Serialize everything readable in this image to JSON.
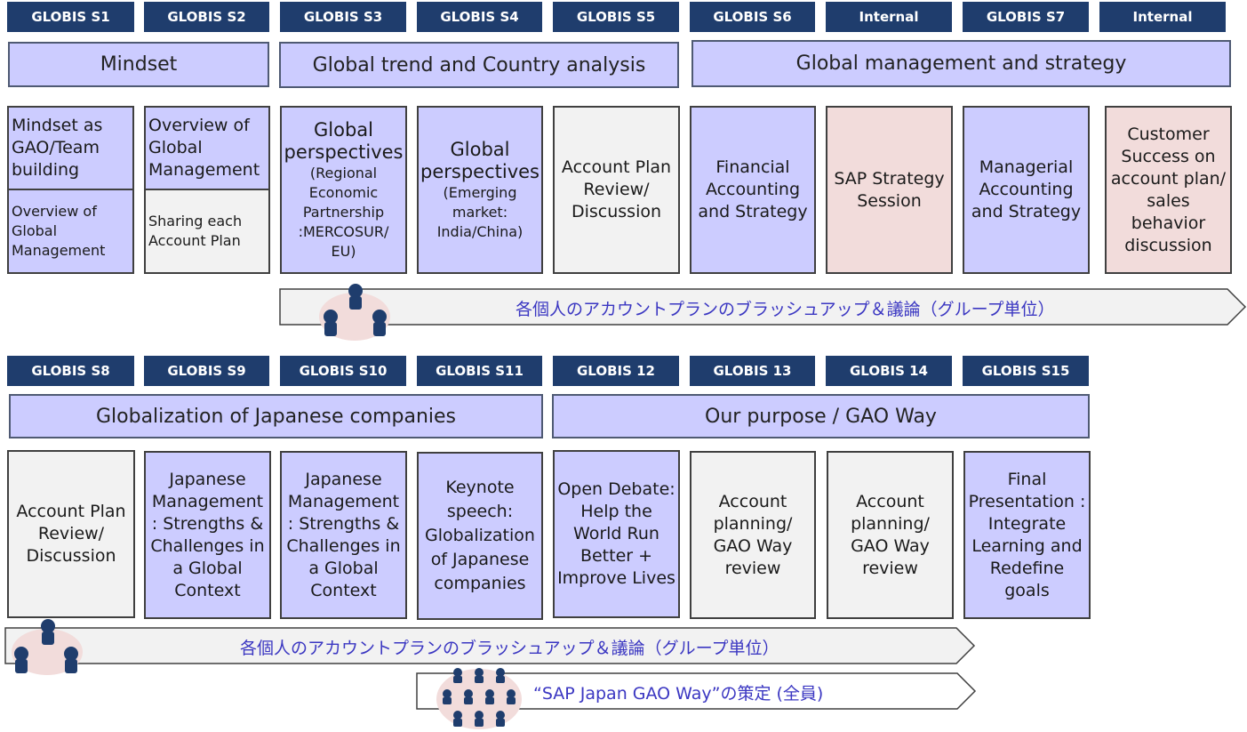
{
  "row1": {
    "headers": [
      "GLOBIS S1",
      "GLOBIS S2",
      "GLOBIS S3",
      "GLOBIS S4",
      "GLOBIS S5",
      "GLOBIS S6",
      "Internal",
      "GLOBIS S7",
      "Internal"
    ],
    "themes": [
      "Mindset",
      "Global trend and Country analysis",
      "Global management and strategy"
    ],
    "s1_top": "Mindset as GAO/Team building",
    "s1_bottom": "Overview of Global Management",
    "s2_top": "Overview of Global Management",
    "s2_bottom": "Sharing each Account Plan",
    "s3_main": "Global perspectives",
    "s3_sub": "(Regional Economic Partnership :MERCOSUR/ EU)",
    "s4_main": "Global perspectives",
    "s4_sub": "(Emerging market: India/China)",
    "s5": "Account Plan Review/ Discussion",
    "s6": "Financial Accounting and Strategy",
    "internal1": "SAP Strategy Session",
    "s7": "Managerial Accounting and Strategy",
    "internal2": "Customer Success on account plan/ sales behavior discussion",
    "arrow_label": "各個人のアカウントプランのブラッシュアップ＆議論（グループ単位）"
  },
  "row2": {
    "headers": [
      "GLOBIS S8",
      "GLOBIS S9",
      "GLOBIS S10",
      "GLOBIS S11",
      "GLOBIS 12",
      "GLOBIS 13",
      "GLOBIS 14",
      "GLOBIS S15"
    ],
    "themes": [
      "Globalization of Japanese companies",
      "Our purpose / GAO Way"
    ],
    "boxes": [
      "Account Plan Review/ Discussion",
      "Japanese Management : Strengths & Challenges in a Global Context",
      "Japanese Management : Strengths & Challenges in a Global Context",
      "Keynote speech: Globalization of Japanese companies",
      "Open Debate: Help the World Run Better + Improve Lives",
      "Account planning/ GAO Way review",
      "Account planning/ GAO Way review",
      "Final Presentation : Integrate Learning and Redefine goals"
    ],
    "arrow_label": "各個人のアカウントプランのブラッシュアップ＆議論（グループ単位）",
    "arrow2_label": "“SAP Japan GAO Way”の策定 (全員)"
  },
  "colors": {
    "header": "#1f3d6d",
    "lavender": "#ccccff",
    "gray": "#f2f2f2",
    "pink": "#f2dcdb",
    "arrow_text": "#3b37c2",
    "people": "#1f3d6d",
    "people_bg": "#f2dcdb"
  }
}
